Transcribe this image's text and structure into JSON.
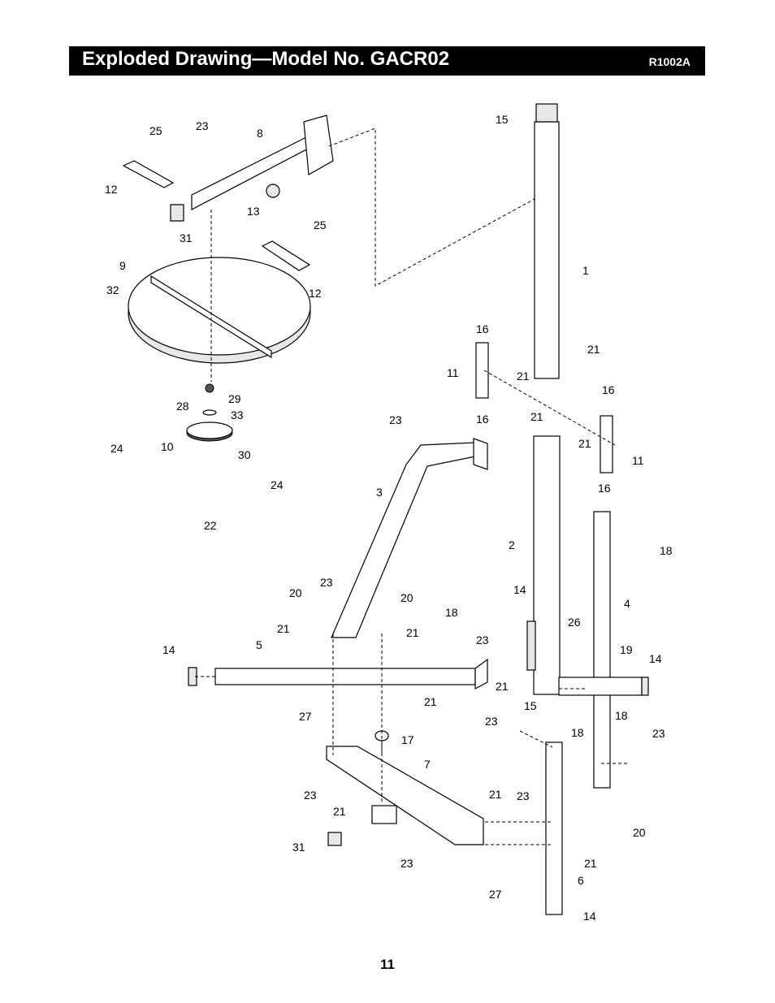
{
  "header": {
    "title": "Exploded Drawing—Model No. GACR02",
    "code": "R1002A"
  },
  "page_number": "11",
  "callouts": [
    "25",
    "23",
    "8",
    "12",
    "13",
    "31",
    "25",
    "12",
    "9",
    "32",
    "28",
    "29",
    "33",
    "10",
    "30",
    "24",
    "24",
    "22",
    "15",
    "1",
    "16",
    "21",
    "11",
    "21",
    "16",
    "23",
    "16",
    "21",
    "21",
    "16",
    "11",
    "3",
    "2",
    "18",
    "4",
    "14",
    "23",
    "20",
    "20",
    "21",
    "21",
    "18",
    "23",
    "26",
    "14",
    "5",
    "19",
    "14",
    "21",
    "21",
    "15",
    "23",
    "18",
    "27",
    "17",
    "7",
    "18",
    "23",
    "23",
    "21",
    "23",
    "21",
    "20",
    "31",
    "23",
    "21",
    "27",
    "6",
    "14"
  ]
}
